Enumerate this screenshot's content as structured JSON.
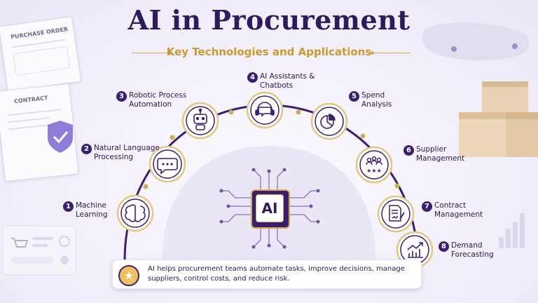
{
  "title": "AI in Procurement",
  "subtitle": "Key Technologies and Applications",
  "center_label": "AI",
  "items": [
    {
      "num": "1",
      "line1": "Machine",
      "line2": "Learning",
      "icon": "brain-icon"
    },
    {
      "num": "2",
      "line1": "Natural Language",
      "line2": "Processing",
      "icon": "chat-bubble-icon"
    },
    {
      "num": "3",
      "line1": "Robotic Process",
      "line2": "Automation",
      "icon": "robot-icon"
    },
    {
      "num": "4",
      "line1": "AI Assistants &",
      "line2": "Chatbots",
      "icon": "headset-icon"
    },
    {
      "num": "5",
      "line1": "Spend",
      "line2": "Analysis",
      "icon": "pie-chart-icon"
    },
    {
      "num": "6",
      "line1": "Supplier",
      "line2": "Management",
      "icon": "team-stars-icon"
    },
    {
      "num": "7",
      "line1": "Contract",
      "line2": "Management",
      "icon": "contract-sign-icon"
    },
    {
      "num": "8",
      "line1": "Demand",
      "line2": "Forecasting",
      "icon": "trend-up-icon"
    }
  ],
  "caption": "AI helps procurement teams automate tasks, improve decisions, manage suppliers, control costs, and reduce risk.",
  "decor": {
    "purchase_order": "PURCHASE ORDER",
    "contract": "CONTRACT"
  },
  "colors": {
    "primary": "#2f1b5c",
    "accent_gold": "#d3ad56",
    "background": "#f4f1fb"
  }
}
